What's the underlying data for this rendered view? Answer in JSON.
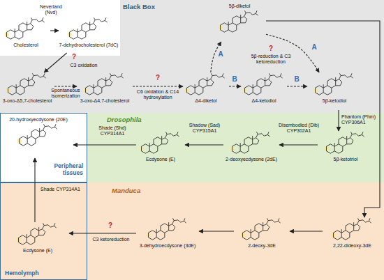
{
  "diagram": {
    "nodes": [
      {
        "text": [
          "Black Box"
        ]
      },
      {
        "text": [
          "Cholesterol"
        ],
        "in": 0
      },
      {
        "text": [
          "7-dehydrocholesterol (7dC)"
        ],
        "in": 0
      },
      {
        "text": [
          "3-oxo-Δ5,7-cholesterol"
        ],
        "in": 0
      },
      {
        "text": [
          "3-oxo-Δ4,7-cholesterol"
        ],
        "in": 0
      },
      {
        "text": [
          "5β-diketol"
        ],
        "in": 0
      },
      {
        "text": [
          "Δ4-diketol"
        ],
        "in": 0
      },
      {
        "text": [
          "Δ4-ketodiol"
        ],
        "in": 0
      },
      {
        "text": [
          "5β-ketodiol"
        ],
        "in": 0
      },
      {
        "text": [
          "Peripheral tissues"
        ]
      },
      {
        "text": [
          "20-hydroxyecdysone (20E)"
        ],
        "in": 9
      },
      {
        "text": [
          "Drosophila"
        ]
      },
      {
        "text": [
          "Ecdysone (E)"
        ],
        "in": 11
      },
      {
        "text": [
          "2-deoxyecdysone (2dE)"
        ],
        "in": 11
      },
      {
        "text": [
          "5β-ketotriol"
        ],
        "in": 11
      },
      {
        "text": [
          "Manduca"
        ]
      },
      {
        "text": [
          "Hemolymph"
        ],
        "in": 15
      },
      {
        "text": [
          "Ecdysone (E)"
        ],
        "in": 16
      },
      {
        "text": [
          "3-dehydroecdysone (3dE)"
        ],
        "in": 15
      },
      {
        "text": [
          "2-deoxy-3dE"
        ],
        "in": 15
      },
      {
        "text": [
          "2,22-dideoxy-3dE"
        ],
        "in": 15
      }
    ],
    "edges": [
      {
        "from": 1,
        "to": 2,
        "arrow": "to",
        "label": "Neverland (Nvd)"
      },
      {
        "from": 2,
        "to": 3,
        "arrow": "to",
        "label": "C3 oxidation"
      },
      {
        "from": 3,
        "to": 4,
        "arrow": "to",
        "label": "Spontaneous isomerization"
      },
      {
        "from": 4,
        "to": 6,
        "arrow": "to",
        "label": "C6 oxidation & C14 hydroxylation"
      },
      {
        "from": 6,
        "to": 5,
        "arrow": "to",
        "label": "A"
      },
      {
        "from": 5,
        "to": 8,
        "arrow": "to",
        "label": "A"
      },
      {
        "from": 6,
        "to": 7,
        "arrow": "to",
        "label": "B"
      },
      {
        "from": 7,
        "to": 8,
        "arrow": "to",
        "label": "B"
      },
      {
        "from": 5,
        "to": 20,
        "arrow": "to"
      },
      {
        "from": 8,
        "to": 14,
        "arrow": "to",
        "label": "Phantom (Phm) CYP306A1"
      },
      {
        "from": 14,
        "to": 13,
        "arrow": "to",
        "label": "Disembodied (Dib) CYP302A1"
      },
      {
        "from": 13,
        "to": 12,
        "arrow": "to",
        "label": "Shadow (Sad) CYP315A1"
      },
      {
        "from": 12,
        "to": 10,
        "arrow": "to",
        "label": "Shade (Shd) CYP314A1"
      },
      {
        "from": 20,
        "to": 19,
        "arrow": "to"
      },
      {
        "from": 19,
        "to": 18,
        "arrow": "to"
      },
      {
        "from": 18,
        "to": 17,
        "arrow": "to",
        "label": "C3 ketoreduction"
      },
      {
        "from": 17,
        "to": 10,
        "arrow": "to",
        "label": "Shade CYP314A1"
      }
    ],
    "labels": [
      "?",
      "?",
      "?",
      "5β-reduction & C3 ketoreduction",
      "?"
    ]
  }
}
